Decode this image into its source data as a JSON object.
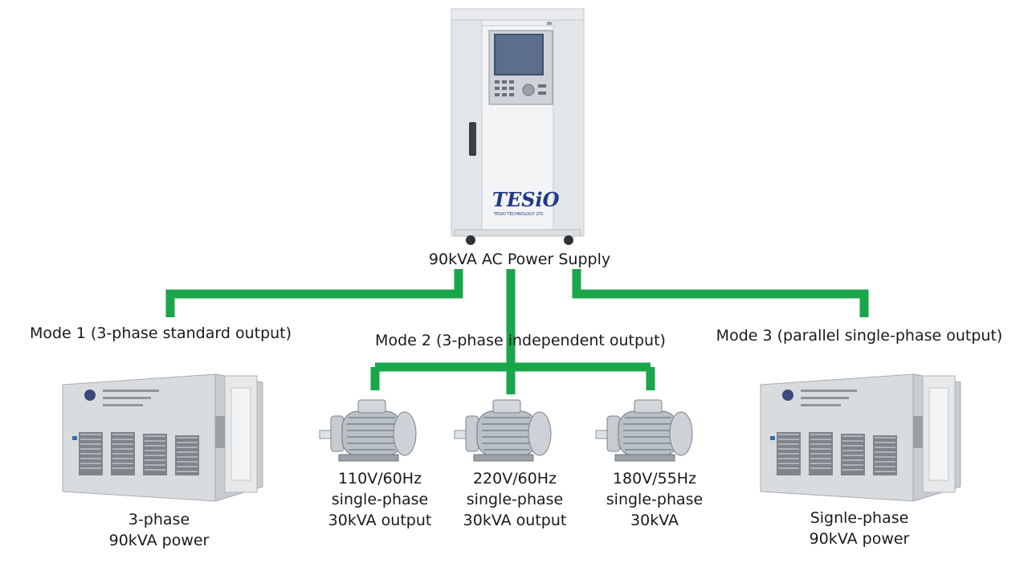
{
  "colors": {
    "connector": "#1aa64a",
    "cabinet": "#eef0f2",
    "container": "#d9dcdf",
    "motor": "#b9c0c6"
  },
  "supply": {
    "label": "90kVA AC Power Supply",
    "brand": "TESiO",
    "brand_sub": "TESIO TECHNOLOGY LTD."
  },
  "modes": [
    {
      "title": "Mode 1 (3-phase standard output)",
      "caption": [
        "3-phase",
        "90kVA power"
      ]
    },
    {
      "title": "Mode 2 (3-phase independent output)"
    },
    {
      "title": "Mode 3 (parallel single-phase output)",
      "caption": [
        "Signle-phase",
        "90kVA power"
      ]
    }
  ],
  "motors": [
    {
      "caption": [
        "110V/60Hz",
        "single-phase",
        "30kVA output"
      ]
    },
    {
      "caption": [
        "220V/60Hz",
        "single-phase",
        "30kVA output"
      ]
    },
    {
      "caption": [
        "180V/55Hz",
        "single-phase",
        "30kVA"
      ]
    }
  ]
}
